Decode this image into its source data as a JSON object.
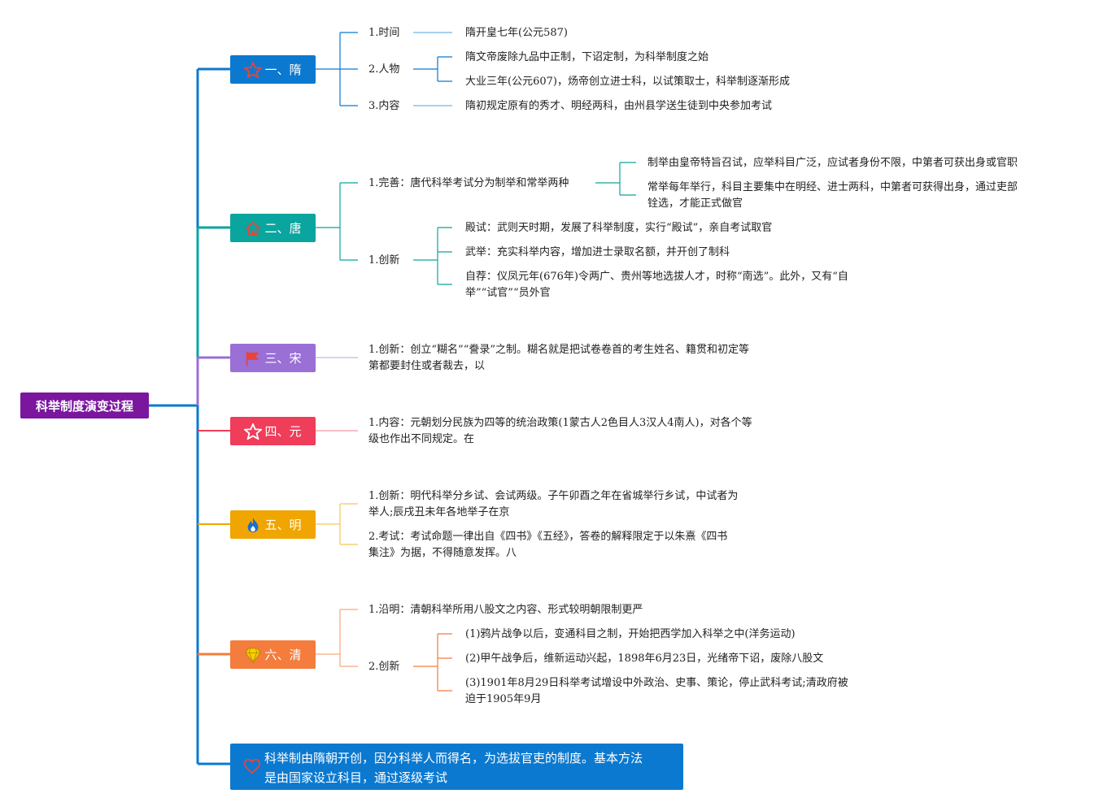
{
  "root": "科举制度演变过程",
  "branches": {
    "sui": {
      "label": "一、隋",
      "icon": "star-outline-icon",
      "color": "#0b79d0",
      "items": [
        {
          "label": "1.时间",
          "details": [
            "隋开皇七年(公元587)"
          ]
        },
        {
          "label": "2.人物",
          "details": [
            "隋文帝废除九品中正制，下诏定制，为科举制度之始",
            "大业三年(公元607)，炀帝创立进士科，以试策取士，科举制逐渐形成"
          ]
        },
        {
          "label": "3.内容",
          "details": [
            "隋初规定原有的秀才、明经两科，由州县学送生徒到中央参加考试"
          ]
        }
      ]
    },
    "tang": {
      "label": "二、唐",
      "icon": "home-icon",
      "color": "#0aa59e",
      "items": [
        {
          "label": "1.完善：唐代科举考试分为制举和常举两种",
          "details": [
            "制举由皇帝特旨召试，应举科目广泛，应试者身份不限，中第者可获出身或官职",
            "常举每年举行，科目主要集中在明经、进士两科，中第者可获得出身，通过吏部",
            "铨选，才能正式做官"
          ]
        },
        {
          "label": "1.创新",
          "details": [
            "殿试：武则天时期，发展了科举制度，实行“殿试”，亲自考试取官",
            "武举：充实科举内容，增加进士录取名额，并开创了制科",
            "自荐：仪凤元年(676年)令两广、贵州等地选拔人才，时称“南选”。此外，又有“自",
            "举”“试官”“员外官"
          ]
        }
      ]
    },
    "song": {
      "label": "三、宋",
      "icon": "flag-icon",
      "color": "#9a6fd6",
      "lines": [
        "1.创新：创立“糊名”“誊录”之制。糊名就是把试卷卷首的考生姓名、籍贯和初定等",
        "第都要封住或者裁去，以"
      ]
    },
    "yuan": {
      "label": "四、元",
      "icon": "star-outline-icon",
      "color": "#ef3d5a",
      "lines": [
        "1.内容：元朝划分民族为四等的统治政策(1蒙古人2色目人3汉人4南人)，对各个等",
        "级也作出不同规定。在"
      ]
    },
    "ming": {
      "label": "五、明",
      "icon": "fire-icon",
      "color": "#f0a500",
      "lines1": [
        "1.创新：明代科举分乡试、会试两级。子午卯酉之年在省城举行乡试，中试者为",
        "举人;辰戌丑未年各地举子在京"
      ],
      "lines2": [
        "2.考试：考试命题一律出自《四书》《五经》，答卷的解释限定于以朱熹《四书",
        "集注》为据，不得随意发挥。八"
      ]
    },
    "qing": {
      "label": "六、清",
      "icon": "diamond-icon",
      "color": "#f47c3c",
      "items": [
        {
          "label": "1.沿明：清朝科举所用八股文之内容、形式较明朝限制更严",
          "details": []
        },
        {
          "label": "2.创新",
          "details": [
            "(1)鸦片战争以后，变通科目之制，开始把西学加入科举之中(洋务运动)",
            "(2)甲午战争后，维新运动兴起，1898年6月23日，光绪帝下诏，废除八股文",
            "(3)1901年8月29日科举考试增设中外政治、史事、策论，停止武科考试;清政府被",
            "迫于1905年9月"
          ]
        }
      ]
    }
  },
  "summary": {
    "icon": "heart-icon",
    "color": "#0b79d0",
    "lines": [
      "科举制由隋朝开创，因分科举人而得名，为选拔官吏的制度。基本方法",
      "是由国家设立科目，通过逐级考试"
    ]
  }
}
